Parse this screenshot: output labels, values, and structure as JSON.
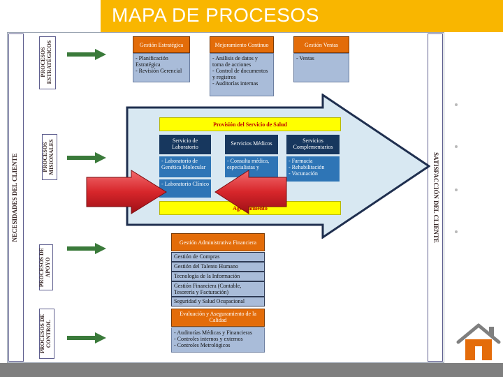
{
  "title": "MAPA DE PROCESOS",
  "side_labels": {
    "left": "NECESIDADES DEL CLIENTE",
    "right": "SATISFACCIÓN DEL CLIENTE"
  },
  "categories": {
    "estrategicos": "PROCESOS ESTRATÉGICOS",
    "misionales": "PROCESOS MISIONALES",
    "apoyo": "PROCESOS DE APOYO",
    "control": "PROCESOS DE CONTROL"
  },
  "strategic": {
    "gestion_estrategica": {
      "title": "Gestión Estratégica",
      "items": [
        "- Planificación",
        "Estratégica",
        "- Revisión Gerencial"
      ]
    },
    "mejoramiento": {
      "title": "Mejoramiento Continuo",
      "items": [
        "- Análisis de datos y",
        "toma de acciones",
        "- Control de documentos",
        "y registros",
        "- Auditorías internas"
      ]
    },
    "ventas": {
      "title": "Gestión Ventas",
      "items": [
        "- Ventas"
      ]
    }
  },
  "missional": {
    "header": "Provisión del Servicio de Salud",
    "laboratorio": {
      "title": "Servicio de Laboratorio",
      "items": [
        "- Laboratorio de Genética Molecular",
        "- Laboratorio Clínico"
      ]
    },
    "medicos": {
      "title": "Servicios Médicos",
      "items": [
        "- Consulta médica,",
        "especialistas y"
      ]
    },
    "complementarios": {
      "title": "Servicios Complementarios",
      "items": [
        "- Farmacia",
        "- Rehabilitación",
        "- Vacunación"
      ]
    },
    "footer": "Agendamiento"
  },
  "support": {
    "title": "Gestión Administrativa Financiera",
    "items": [
      "Gestión de Compras",
      "Gestión del Talento Humano",
      "Tecnología de la Información",
      "Gestión Financiera (Contable, Tesorería y Facturación)",
      "Seguridad y Salud Ocupacional"
    ]
  },
  "control": {
    "title": "Evaluación y Aseguramiento de la Calidad",
    "items": [
      "- Auditorías Médicas y Financieras",
      "- Controles internos y externos",
      "- Controles Metrológicos"
    ]
  },
  "colors": {
    "title_bar": "#f9b600",
    "orange": "#e36c09",
    "light_blue": "#a9bcd9",
    "dark_blue": "#17375e",
    "mid_blue": "#2e75b6",
    "yellow": "#ffff00",
    "green_arrow": "#3a7a3a",
    "red_arrow": "#d7262b"
  },
  "icons": [
    "home-icon",
    "arrow-right-icon"
  ]
}
